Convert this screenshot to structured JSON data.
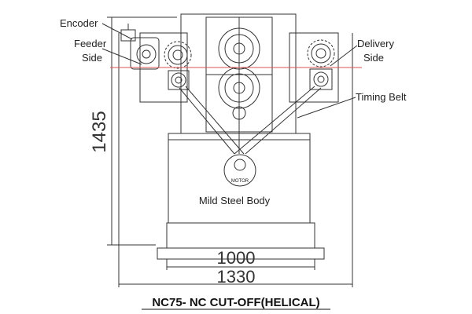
{
  "labels": {
    "encoder": "Encoder",
    "feeder_side_1": "Feeder",
    "feeder_side_2": "Side",
    "delivery_side_1": "Delivery",
    "delivery_side_2": "Side",
    "timing_belt": "Timing Belt",
    "motor": "MOTOR",
    "body": "Mild Steel Body"
  },
  "dimensions": {
    "height": "1435",
    "inner_width": "1000",
    "outer_width": "1330"
  },
  "title": "NC75- NC CUT-OFF(HELICAL)",
  "colors": {
    "line": "#333333",
    "feed_line": "#d9534f"
  }
}
